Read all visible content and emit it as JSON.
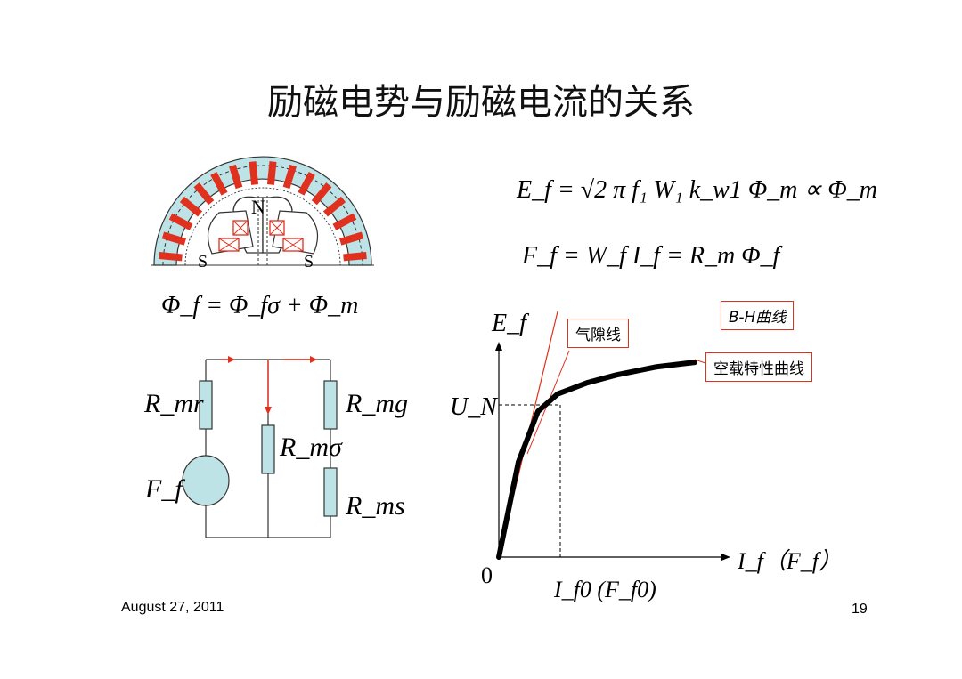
{
  "title": "励磁电势与励磁电流的关系",
  "equations": {
    "emf": "E_f = √2 π f₁ W₁ k_w1 Φ_m ∝ Φ_m",
    "mmf": "F_f = W_f I_f = R_m Φ_f",
    "flux": "Φ_f = Φ_fσ + Φ_m"
  },
  "machine": {
    "pole_north": "N",
    "pole_south_left": "S",
    "pole_south_right": "S"
  },
  "circuit": {
    "r_mr": "R_mr",
    "r_mg": "R_mg",
    "r_msigma": "R_mσ",
    "r_ms": "R_ms",
    "source": "F_f"
  },
  "graph": {
    "y_axis": "E_f",
    "x_axis": "I_f（F_f）",
    "origin": "0",
    "un_label": "U_N",
    "if0_label": "I_f0 (F_f0)",
    "air_gap_label": "气隙线",
    "bh_label": "B-H曲线",
    "no_load_label": "空载特性曲线"
  },
  "chart_data": {
    "type": "line",
    "series": [
      {
        "name": "空载特性曲线",
        "x": [
          0,
          0.1,
          0.2,
          0.3,
          0.45,
          0.6,
          0.8,
          1.0
        ],
        "y": [
          0,
          0.6,
          0.92,
          1.03,
          1.1,
          1.15,
          1.2,
          1.23
        ]
      },
      {
        "name": "气隙线",
        "x": [
          0,
          0.3
        ],
        "y": [
          0,
          1.55
        ]
      }
    ],
    "xlabel": "I_f（F_f）",
    "ylabel": "E_f",
    "grid": false
  },
  "footer": {
    "date": "August 27, 2011",
    "page": "19"
  },
  "colors": {
    "accent": "#e0301e",
    "fill": "#bde3e6",
    "curve": "#000000"
  }
}
